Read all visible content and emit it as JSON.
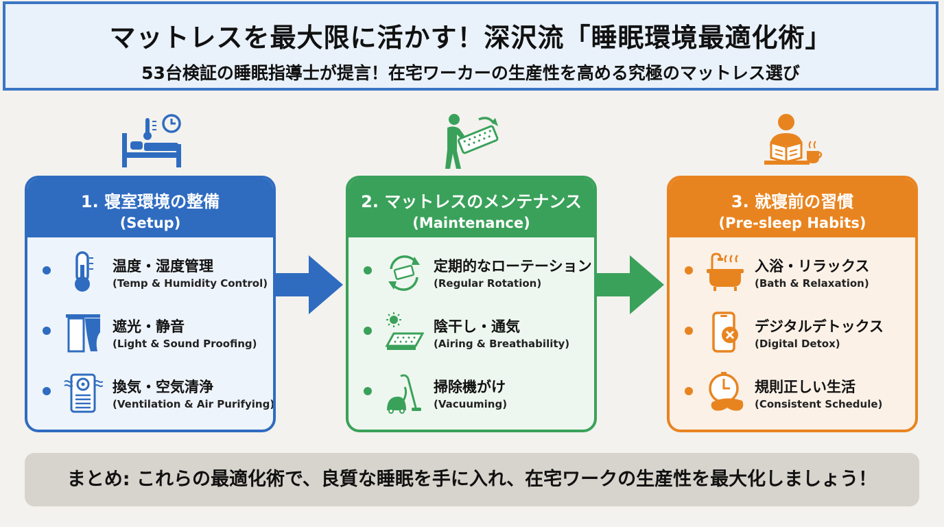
{
  "header": {
    "title": "マットレスを最大限に活かす！深沢流「睡眠環境最適化術」",
    "subtitle": "53台検証の睡眠指導士が提言！在宅ワーカーの生産性を高める究極のマットレス選び"
  },
  "colors": {
    "blue": "#2f6cc0",
    "green": "#3aa15a",
    "orange": "#e88420"
  },
  "steps": [
    {
      "title": "1. 寝室環境の整備",
      "subtitle": "(Setup)",
      "top_icon": "bed-thermometer-clock-icon",
      "items": [
        {
          "label": "温度・湿度管理",
          "sub": "(Temp & Humidity Control)",
          "icon": "thermometer-icon"
        },
        {
          "label": "遮光・静音",
          "sub": "(Light & Sound Proofing)",
          "icon": "curtain-window-icon"
        },
        {
          "label": "換気・空気清浄",
          "sub": "(Ventilation & Air Purifying)",
          "icon": "air-purifier-icon"
        }
      ]
    },
    {
      "title": "2. マットレスのメンテナンス",
      "subtitle": "(Maintenance)",
      "top_icon": "person-flipping-mattress-icon",
      "items": [
        {
          "label": "定期的なローテーション",
          "sub": "(Regular Rotation)",
          "icon": "rotation-icon"
        },
        {
          "label": "陰干し・通気",
          "sub": "(Airing & Breathability)",
          "icon": "sun-mattress-icon"
        },
        {
          "label": "掃除機がけ",
          "sub": "(Vacuuming)",
          "icon": "vacuum-icon"
        }
      ]
    },
    {
      "title": "3. 就寝前の習慣",
      "subtitle": "(Pre-sleep Habits)",
      "top_icon": "person-reading-tea-icon",
      "items": [
        {
          "label": "入浴・リラックス",
          "sub": "(Bath & Relaxation)",
          "icon": "bathtub-icon"
        },
        {
          "label": "デジタルデトックス",
          "sub": "(Digital Detox)",
          "icon": "phone-off-icon"
        },
        {
          "label": "規則正しい生活",
          "sub": "(Consistent Schedule)",
          "icon": "clock-sleep-mask-icon"
        }
      ]
    }
  ],
  "summary": "まとめ: これらの最適化術で、良質な睡眠を手に入れ、在宅ワークの生産性を最大化しましょう！"
}
